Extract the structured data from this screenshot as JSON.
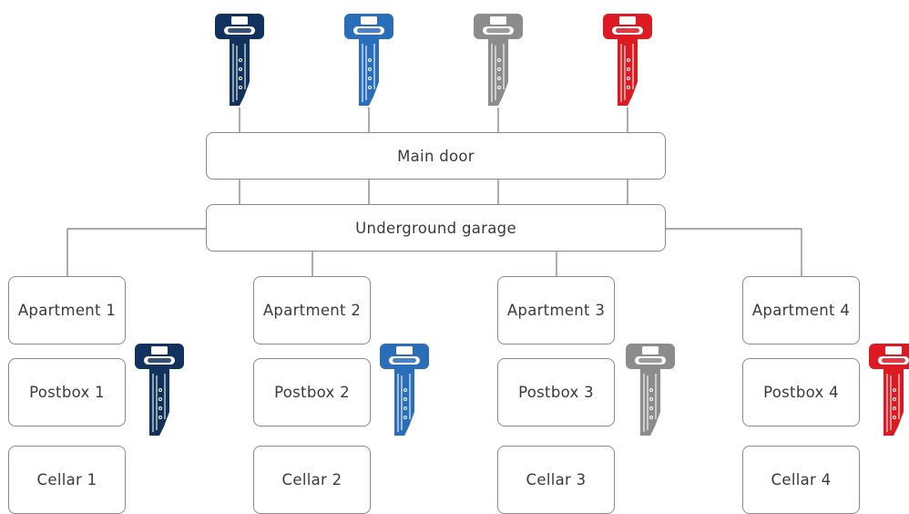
{
  "hub_doors": {
    "main_door": "Main door",
    "garage": "Underground garage"
  },
  "units": [
    {
      "apartment": "Apartment 1",
      "postbox": "Postbox 1",
      "cellar": "Cellar 1",
      "key_color": "#12325e"
    },
    {
      "apartment": "Apartment 2",
      "postbox": "Postbox 2",
      "cellar": "Cellar 2",
      "key_color": "#2a6db8"
    },
    {
      "apartment": "Apartment 3",
      "postbox": "Postbox 3",
      "cellar": "Cellar 3",
      "key_color": "#8c8c8c"
    },
    {
      "apartment": "Apartment 4",
      "postbox": "Postbox 4",
      "cellar": "Cellar 4",
      "key_color": "#dc1a22"
    }
  ],
  "connector_color": "#8a8a8a",
  "key_icon": "cylinder-key-icon"
}
